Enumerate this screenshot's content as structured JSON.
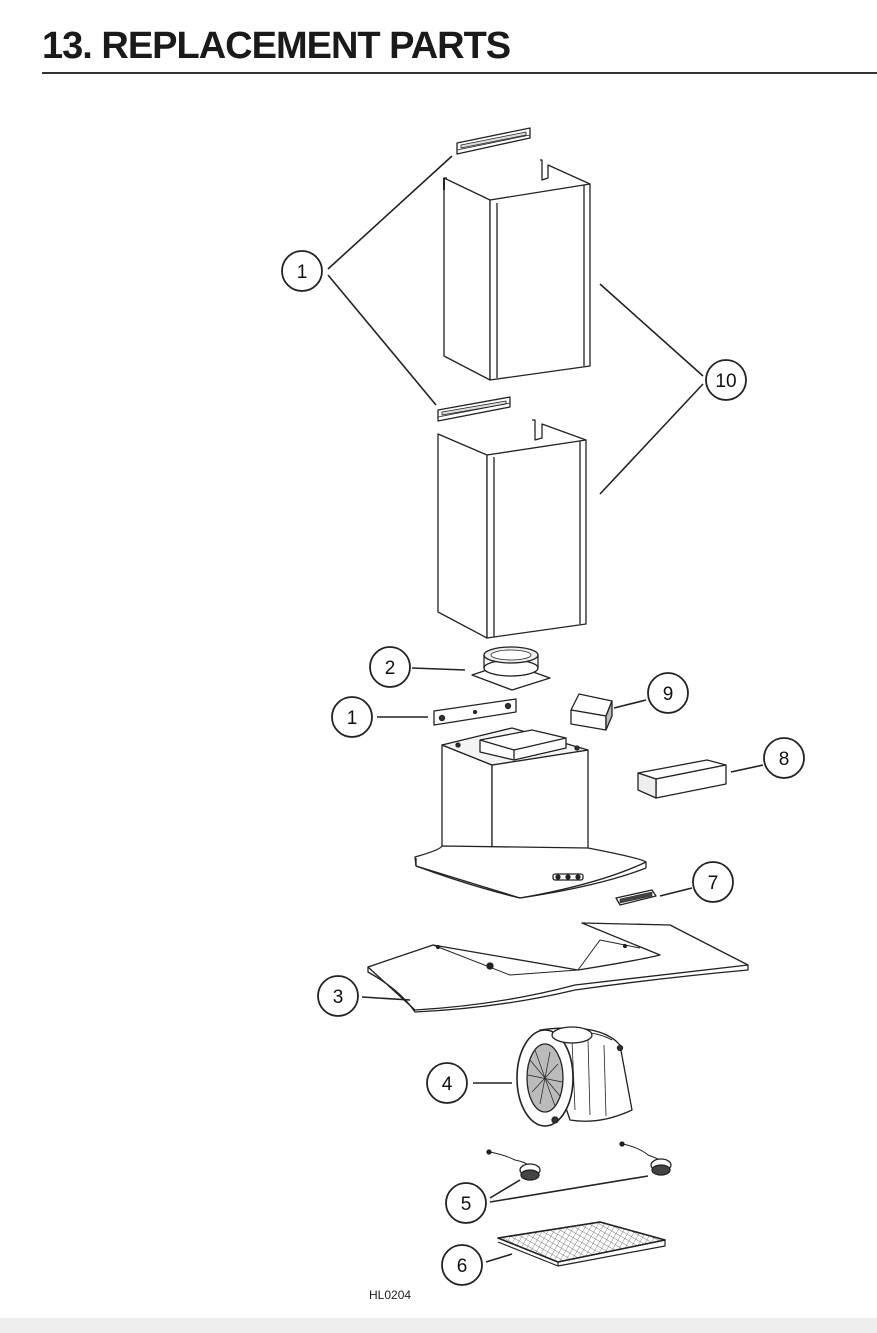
{
  "header": {
    "title": "13. REPLACEMENT PARTS"
  },
  "diagram": {
    "drawing_code": "HL0204",
    "callouts": [
      "1",
      "10",
      "2",
      "9",
      "1",
      "8",
      "7",
      "3",
      "4",
      "5",
      "6"
    ]
  }
}
